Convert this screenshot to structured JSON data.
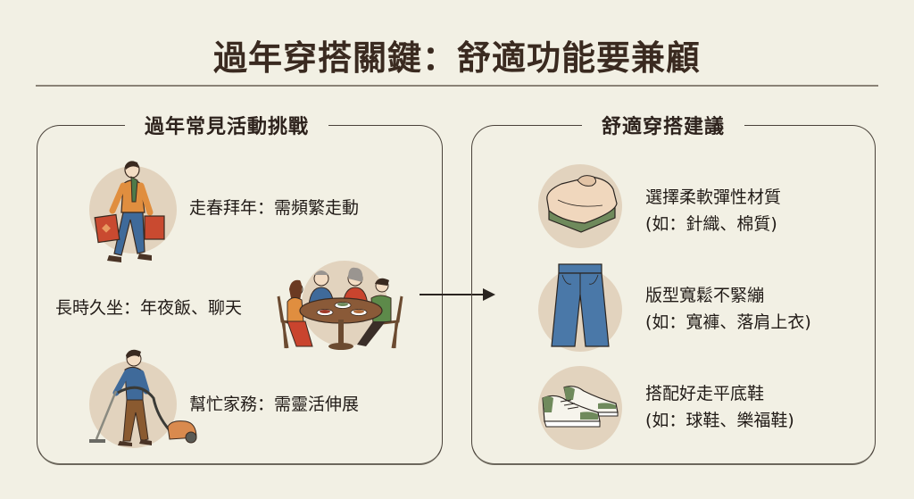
{
  "title": "過年穿搭關鍵：舒適功能要兼顧",
  "left_panel": {
    "heading": "過年常見活動挑戰",
    "items": [
      {
        "label": "走春拜年：需頻繁走動",
        "icon": "walking-with-gift-bags-illustration"
      },
      {
        "label": "長時久坐：年夜飯、聊天",
        "icon": "family-dinner-table-illustration"
      },
      {
        "label": "幫忙家務：需靈活伸展",
        "icon": "vacuuming-person-illustration"
      }
    ]
  },
  "arrow": {
    "icon": "right-arrow-icon"
  },
  "right_panel": {
    "heading": "舒適穿搭建議",
    "items": [
      {
        "title": "選擇柔軟彈性材質",
        "detail": "(如：針織、棉質)",
        "icon": "folded-sweater-icon"
      },
      {
        "title": "版型寬鬆不緊繃",
        "detail": "(如：寬褲、落肩上衣)",
        "icon": "wide-pants-icon"
      },
      {
        "title": "搭配好走平底鞋",
        "detail": "(如：球鞋、樂福鞋)",
        "icon": "sneakers-icon"
      }
    ]
  },
  "colors": {
    "background": "#f2f0e4",
    "circle": "#e2d3be",
    "title_text": "#3a2a20",
    "border": "#4a423a",
    "orange": "#d98a3e",
    "green": "#6f8a5c",
    "blue": "#3f6a9a",
    "red": "#c0492f"
  }
}
